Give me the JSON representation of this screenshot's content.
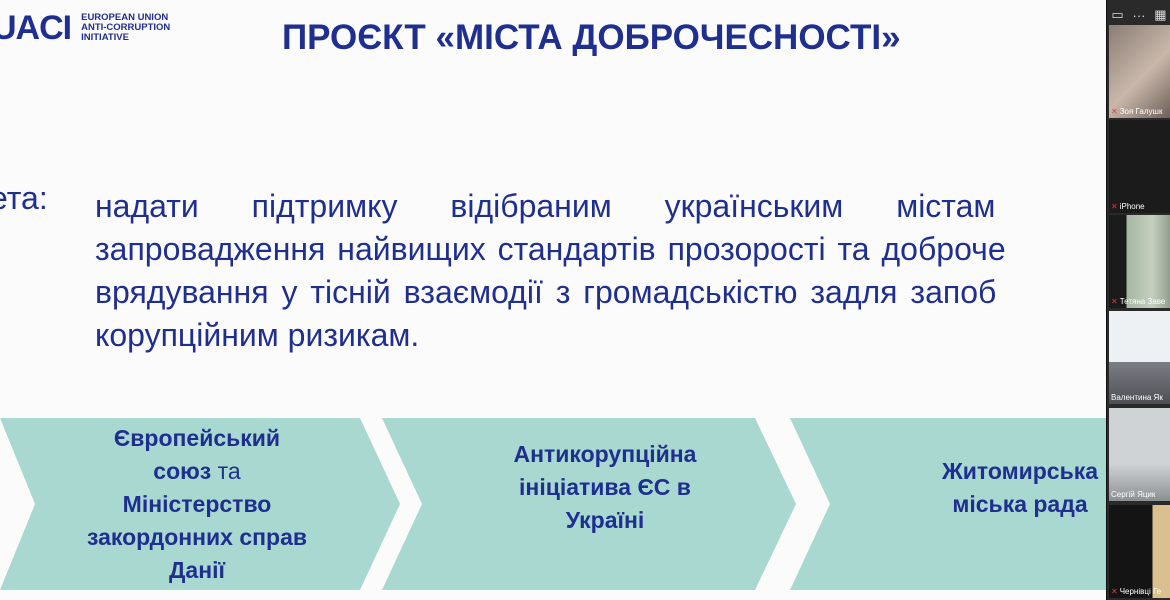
{
  "slide": {
    "logo": {
      "mark": "UACI",
      "lines": [
        "EUROPEAN UNION",
        "ANTI-CORRUPTION",
        "INITIATIVE"
      ]
    },
    "title": "ПРОЄКТ «МІСТА ДОБРОЧЕСНОСТІ»",
    "goal_label": "ета:",
    "goal_lines": [
      "надати підтримку відібраним українським містам",
      "запровадження найвищих стандартів прозорості та доброче",
      "врядування у тісній взаємодії з громадськістю задля запоб",
      "корупційним ризикам."
    ],
    "chevrons": [
      {
        "bold1": "Європейський",
        "bold2": "союз",
        "normal": " та",
        "rest": [
          "Міністерство",
          "закордонних справ",
          "Данії"
        ]
      },
      {
        "lines": [
          "Антикорупційна",
          "ініціатива ЄС в",
          "Україні"
        ]
      },
      {
        "lines": [
          "Житомирська",
          "міська рада"
        ]
      }
    ],
    "colors": {
      "accent": "#1f2f8f",
      "chevron": "#a8d8d0"
    }
  },
  "video_panel": {
    "controls": [
      "screen-share-icon",
      "dots-icon",
      "grid-icon"
    ],
    "participants": [
      {
        "name": "Зоя Галушк",
        "muted": true
      },
      {
        "name": "iPhone",
        "muted": true
      },
      {
        "name": "Тетяна Заве",
        "muted": true
      },
      {
        "name": "Валентина Як",
        "muted": false
      },
      {
        "name": "Сергій Яцик",
        "muted": false,
        "active": true
      },
      {
        "name": "Чернівці Ге",
        "muted": true
      }
    ]
  }
}
